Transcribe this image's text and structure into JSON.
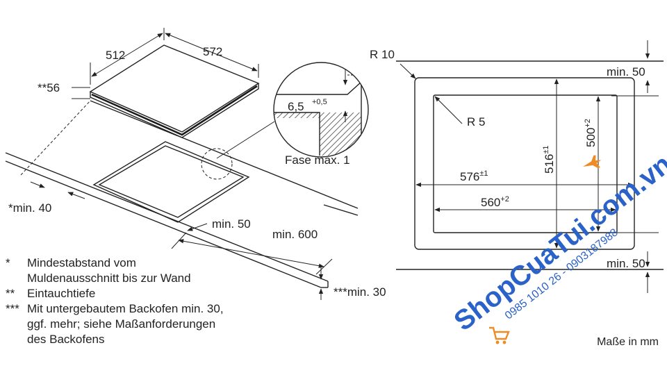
{
  "install": {
    "dim_512": "512",
    "dim_572": "572",
    "dim_56": "**56",
    "dim_min40": "*min. 40",
    "dim_min50": "min. 50",
    "dim_min600": "min. 600",
    "dim_min30": "***min. 30",
    "detail_value": "6,5",
    "detail_tolerance": "+0,5",
    "detail_caption": "Fase max. 1"
  },
  "notes": [
    {
      "mark": "*",
      "lines": [
        "Mindestabstand vom",
        "Muldenausschnitt bis zur Wand"
      ]
    },
    {
      "mark": "**",
      "lines": [
        "Eintauchtiefe"
      ]
    },
    {
      "mark": "***",
      "lines": [
        "Mit untergebautem Backofen min. 30,",
        "ggf. mehr; siehe Maßanforderungen",
        "des Backofens"
      ]
    }
  ],
  "cutout": {
    "r10": "R 10",
    "r5": "R 5",
    "top_min": "min. 50",
    "bottom_min": "min. 50",
    "w_outer": "576",
    "w_outer_tol": "±1",
    "w_inner": "560",
    "w_inner_tol": "+2",
    "h_outer": "516",
    "h_outer_tol": "±1",
    "h_inner": "500",
    "h_inner_tol": "+2"
  },
  "units": "Maße in mm",
  "watermark": {
    "brand": "ShopCuaTui.com.vn",
    "phone": "0985 1010 26 - 0903187988",
    "brand_color": "#2a62c9",
    "accent_color": "#f08a24"
  }
}
